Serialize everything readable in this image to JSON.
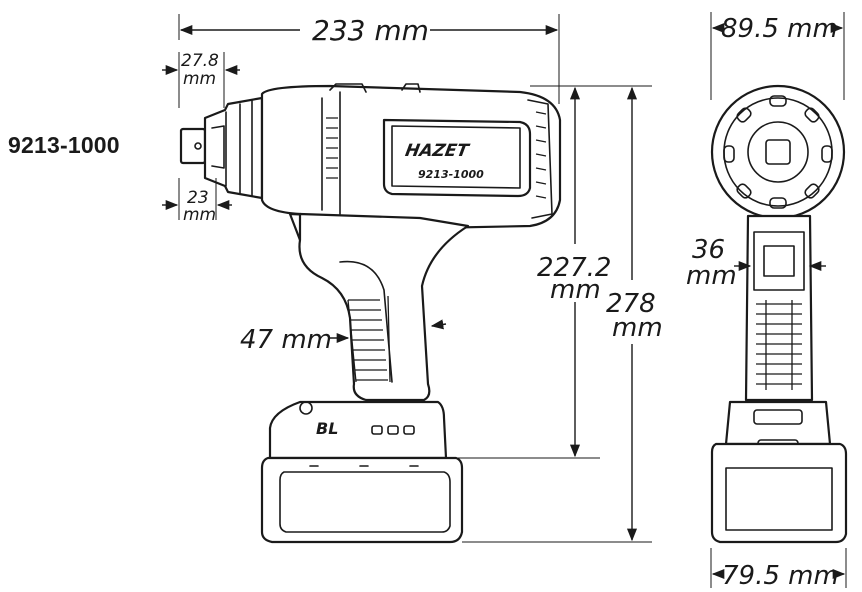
{
  "part_number": "9213-1000",
  "brand_logo": "HAZET",
  "model_label": "9213-1000",
  "battery_mark": "BL",
  "dimensions": {
    "overall_length": "233 mm",
    "anvil_length_top": "27.8",
    "anvil_length_top_unit": "mm",
    "anvil_length_bottom": "23",
    "anvil_length_bottom_unit": "mm",
    "grip_diameter": "47 mm",
    "height_no_battery": "227.2",
    "height_no_battery_unit": "mm",
    "height_total": "278",
    "height_total_unit": "mm",
    "head_width": "89.5 mm",
    "handle_width": "36",
    "handle_width_unit": "mm",
    "battery_width": "79.5 mm"
  }
}
